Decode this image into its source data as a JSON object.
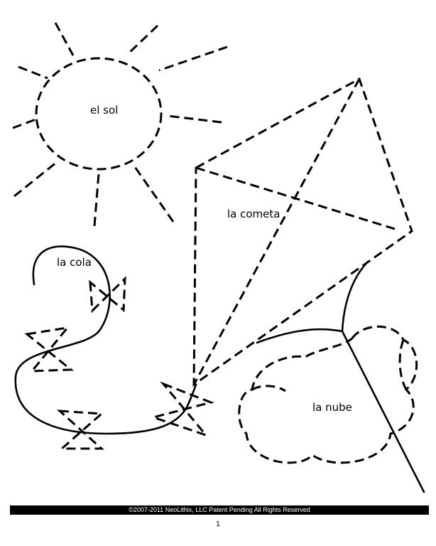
{
  "labels": {
    "sun": "el sol",
    "kite": "la cometa",
    "tail": "la cola",
    "cloud": "la nube"
  },
  "footer": {
    "copyright": "©2007-2011 NeoLithix, LLC  Patent Pending  All Rights Reserved",
    "page_number": "1"
  },
  "colors": {
    "ink": "#000000",
    "paper": "#ffffff"
  }
}
